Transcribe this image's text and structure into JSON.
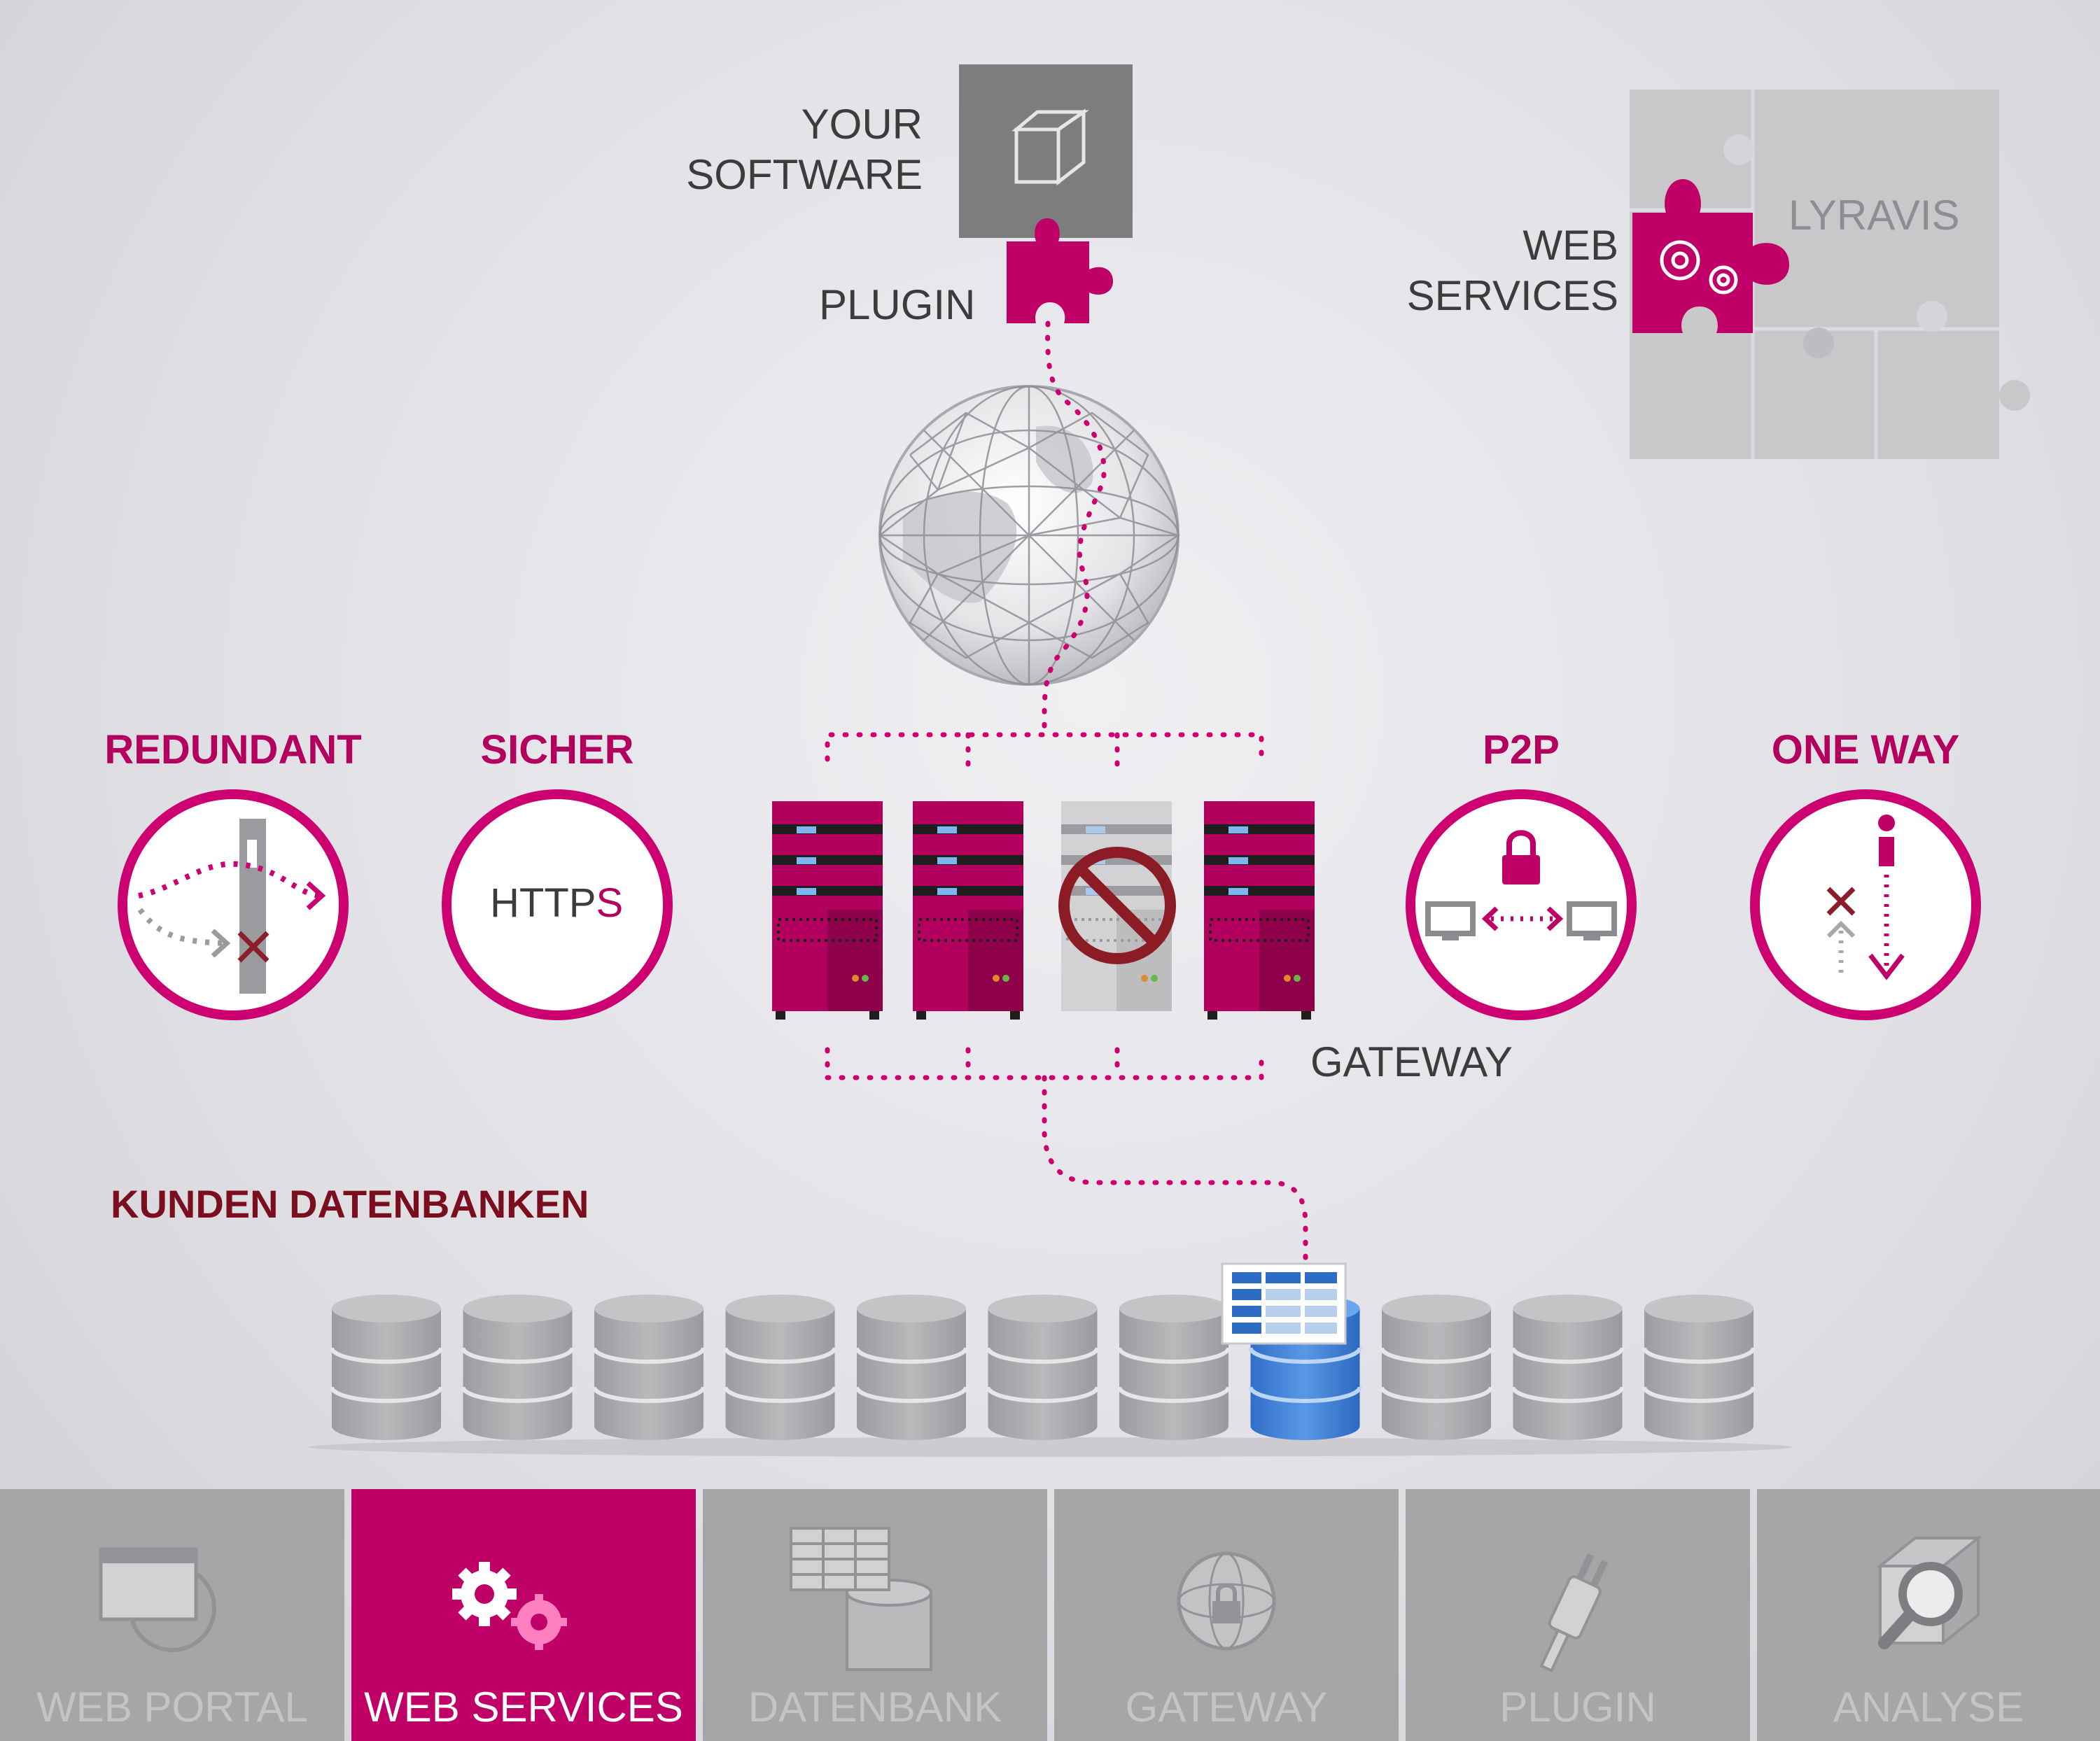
{
  "labels": {
    "your_software": [
      "YOUR",
      "SOFTWARE"
    ],
    "plugin": "PLUGIN",
    "lyravis": "LYRAVIS",
    "web_services": [
      "WEB",
      "SERVICES"
    ],
    "gateway": "GATEWAY",
    "kunden_datenbanken": "KUNDEN DATENBANKEN"
  },
  "features": {
    "redundant": "REDUNDANT",
    "sicher": "SICHER",
    "https_main": "HTTP",
    "https_s": "S",
    "p2p": "P2P",
    "one_way": "ONE WAY"
  },
  "tabs": [
    {
      "label": "WEB PORTAL",
      "icon": "web-portal-icon",
      "active": false
    },
    {
      "label": "WEB SERVICES",
      "icon": "web-services-icon",
      "active": true
    },
    {
      "label": "DATENBANK",
      "icon": "database-icon",
      "active": false
    },
    {
      "label": "GATEWAY",
      "icon": "gateway-icon",
      "active": false
    },
    {
      "label": "PLUGIN",
      "icon": "plugin-icon",
      "active": false
    },
    {
      "label": "ANALYSE",
      "icon": "analyse-icon",
      "active": false
    }
  ],
  "colors": {
    "magenta": "#bf0066",
    "feature_text": "#b3005e",
    "dark_red": "#7a0e1e",
    "tab_inactive": "#a6a6a6",
    "db_gray": "#a8a8ab",
    "db_blue": "#3f7fd6",
    "server_magenta": "#b3005e",
    "server_disabled": "#cfcfd1"
  },
  "servers": [
    {
      "state": "active"
    },
    {
      "state": "active"
    },
    {
      "state": "disabled"
    },
    {
      "state": "active"
    }
  ],
  "databases": {
    "count": 11,
    "highlighted_index": 7
  }
}
